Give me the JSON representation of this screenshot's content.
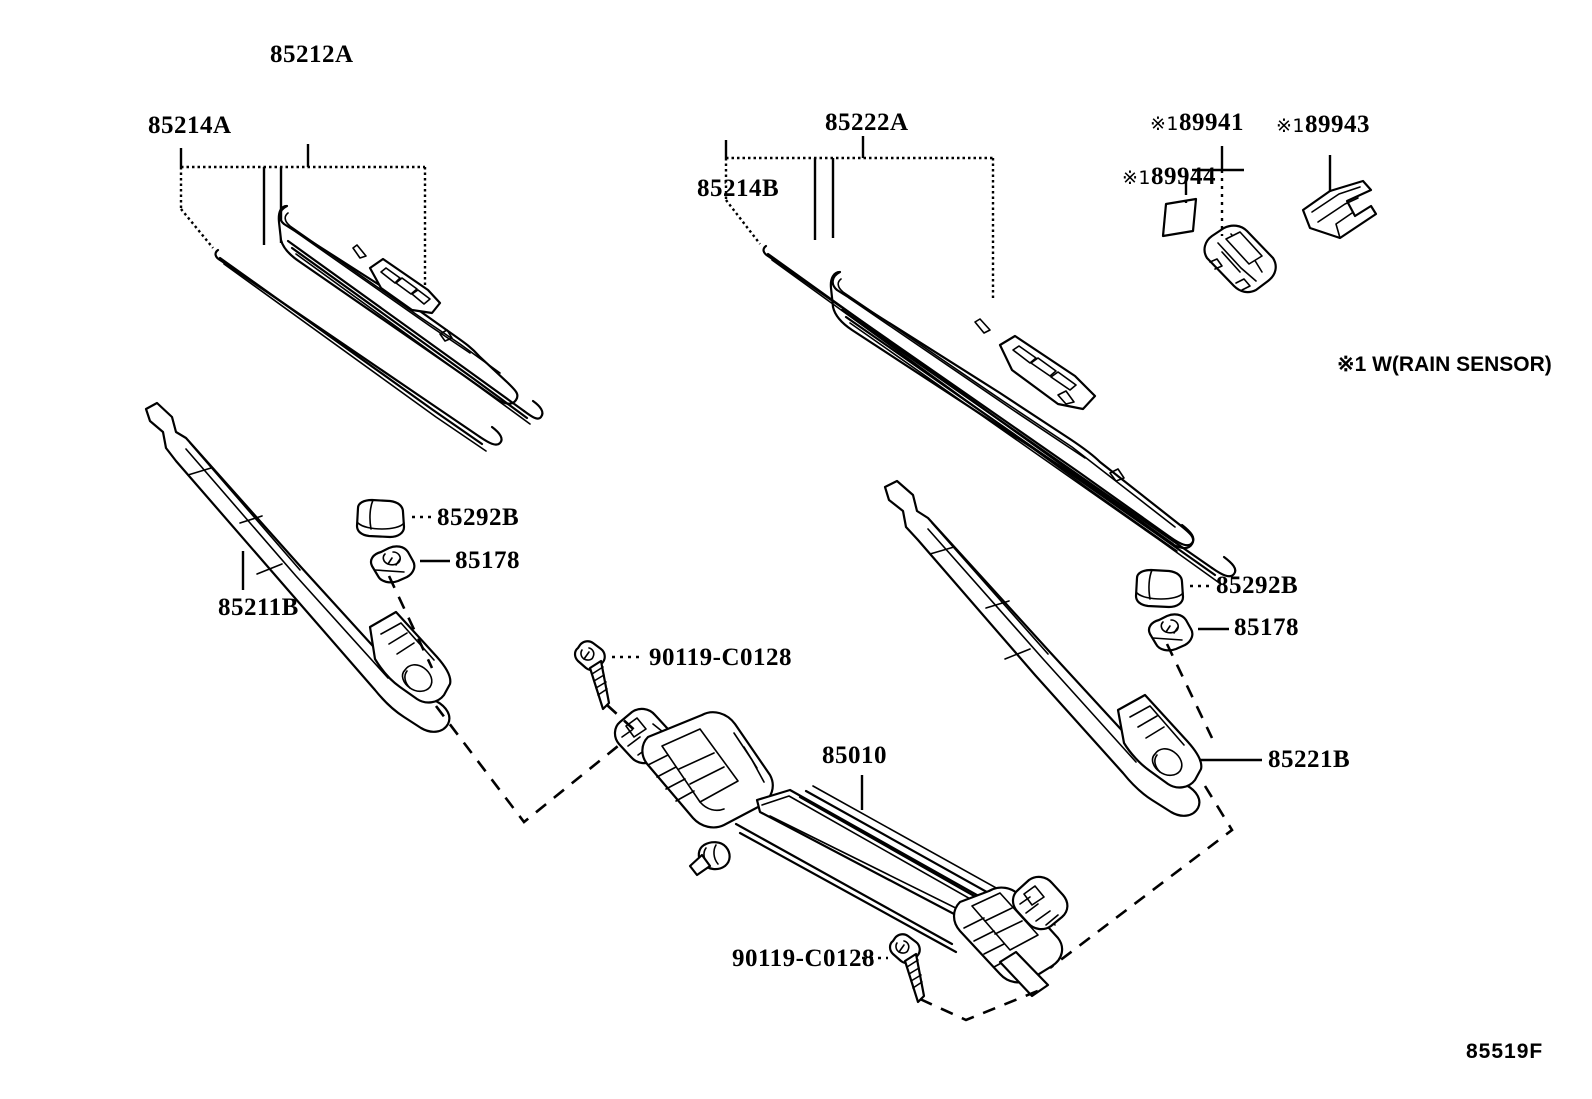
{
  "diagram": {
    "code": "85519F",
    "footnote": "※1 W(RAIN SENSOR)",
    "footnote_mark": "※1"
  },
  "labels": {
    "blade_left_assy": "85212A",
    "insert_left": "85214A",
    "blade_right_assy": "85222A",
    "insert_right": "85214B",
    "sensor_cover": "89941",
    "sensor_bracket": "89943",
    "sensor_gel": "89944",
    "arm_left": "85211B",
    "arm_right": "85221B",
    "cap_left": "85292B",
    "nut_left": "85178",
    "cap_right": "85292B",
    "nut_right": "85178",
    "motor_link": "85010",
    "screw_top": "90119-C0128",
    "screw_bottom": "90119-C0128"
  },
  "marks": {
    "sensor_cover_mark": "※1",
    "sensor_bracket_mark": "※1",
    "sensor_gel_mark": "※1"
  },
  "colors": {
    "line": "#000000",
    "background": "#ffffff"
  }
}
